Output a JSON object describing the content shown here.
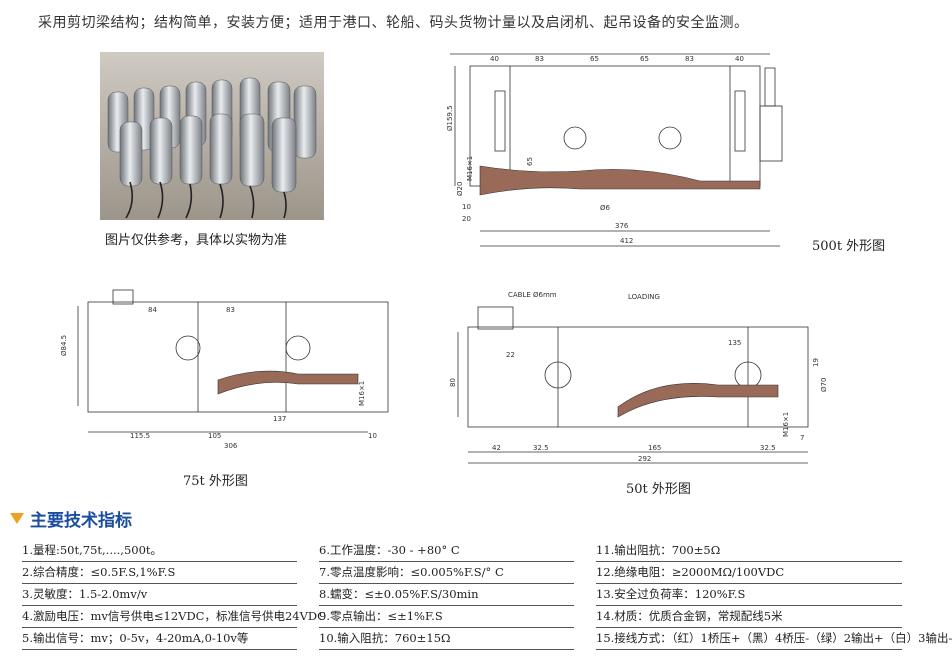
{
  "intro": "采用剪切梁结构；结构简单，安装方便；适用于港口、轮船、码头货物计量以及启闭机、起吊设备的安全监测。",
  "photo_caption": "图片仅供参考，具体以实物为准",
  "drawings": {
    "d500": {
      "caption": "500t 外形图",
      "dims": {
        "d40": "40",
        "d83a": "83",
        "d65a": "65",
        "d65b": "65",
        "d83b": "83",
        "d40b": "40",
        "phi": "Ø159.5",
        "m16": "M16×1",
        "d65": "65",
        "d20a": "Ø20",
        "d10": "10",
        "d20": "20",
        "d06": "Ø6",
        "d376": "376",
        "d412": "412"
      }
    },
    "d75": {
      "caption": "75t 外形图",
      "dims": {
        "phi": "Ø84.5",
        "d84": "84",
        "d83": "83",
        "d137": "137",
        "d1155": "115.5",
        "d105": "105",
        "d10": "10",
        "d306": "306",
        "m16": "M16×1"
      }
    },
    "d50": {
      "caption": "50t 外形图",
      "dims": {
        "cable": "CABLE Ø6mm",
        "loading": "LOADING",
        "d22": "22",
        "d135": "135",
        "d80": "80",
        "d19": "19",
        "d470": "Ø70",
        "d42": "42",
        "d325a": "32.5",
        "d165": "165",
        "d325b": "32.5",
        "d292": "292",
        "m16": "M16×1",
        "d7": "7"
      }
    }
  },
  "section_title": "主要技术指标",
  "specs": {
    "col1": [
      "1.量程:50t,75t,....,500t。",
      "2.综合精度：≤0.5F.S,1%F.S",
      "3.灵敏度：1.5-2.0mv/v",
      "4.激励电压：mv信号供电≤12VDC，标准信号供电24VDC",
      "5.输出信号：mv；0-5v，4-20mA,0-10v等"
    ],
    "col2": [
      "6.工作温度：-30 - +80° C",
      "7.零点温度影响：≤0.005%F.S/° C",
      "8.蠕变：≤±0.05%F.S/30min",
      "9.零点输出：≤±1%F.S",
      "10.输入阻抗：760±15Ω"
    ],
    "col3": [
      "11.输出阻抗：700±5Ω",
      "12.绝缘电阻：≥2000MΩ/100VDC",
      "13.安全过负荷率：120%F.S",
      "14.材质：优质合金钢，常规配线5米",
      "15.接线方式：（红）1桥压+（黑）4桥压-（绿）2输出+（白）3输出-"
    ]
  }
}
